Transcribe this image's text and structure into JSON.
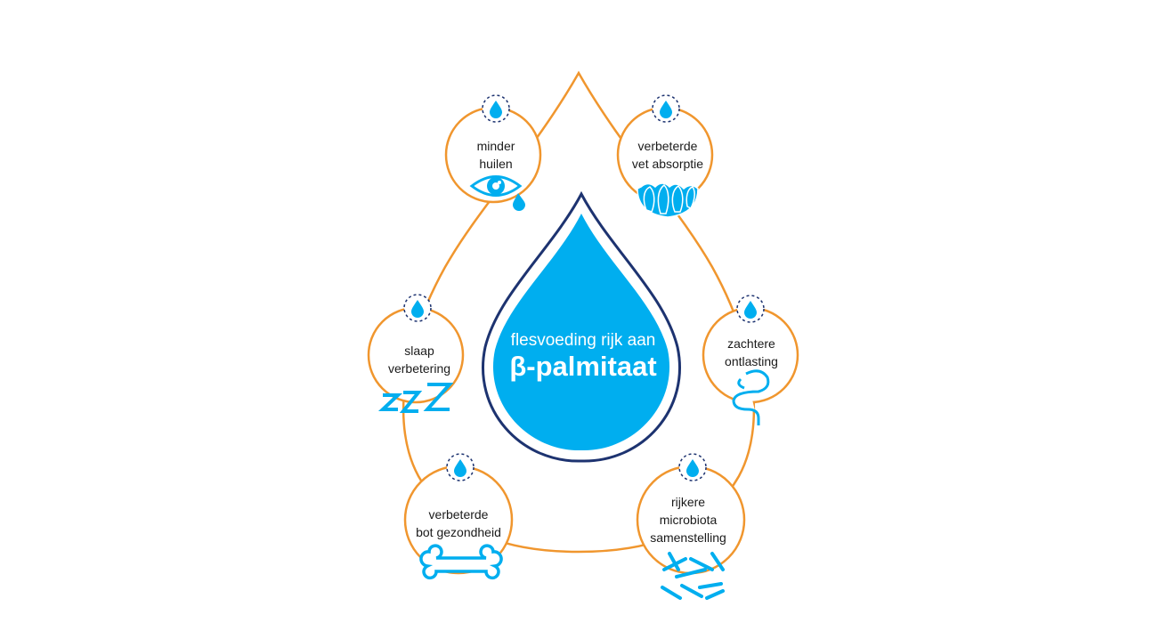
{
  "center": {
    "line1": "flesvoeding rijk aan",
    "line2": "β-palmitaat"
  },
  "benefits": [
    {
      "label_line1": "minder",
      "label_line2": "huilen",
      "icon": "crying-eye-icon"
    },
    {
      "label_line1": "verbeterde",
      "label_line2": "vet absorptie",
      "icon": "intestinal-villi-icon"
    },
    {
      "label_line1": "slaap",
      "label_line2": "verbetering",
      "icon": "zzz-sleep-icon"
    },
    {
      "label_line1": "zachtere",
      "label_line2": "ontlasting",
      "icon": "intestine-icon"
    },
    {
      "label_line1": "verbeterde",
      "label_line2": "bot gezondheid",
      "icon": "bone-icon"
    },
    {
      "label_line1": "rijkere",
      "label_line2": "microbiota",
      "label_line3": "samenstelling",
      "icon": "bacteria-icon"
    }
  ],
  "colors": {
    "orange": "#F0962E",
    "drop_blue": "#00AEEF",
    "navy": "#1D3370"
  }
}
